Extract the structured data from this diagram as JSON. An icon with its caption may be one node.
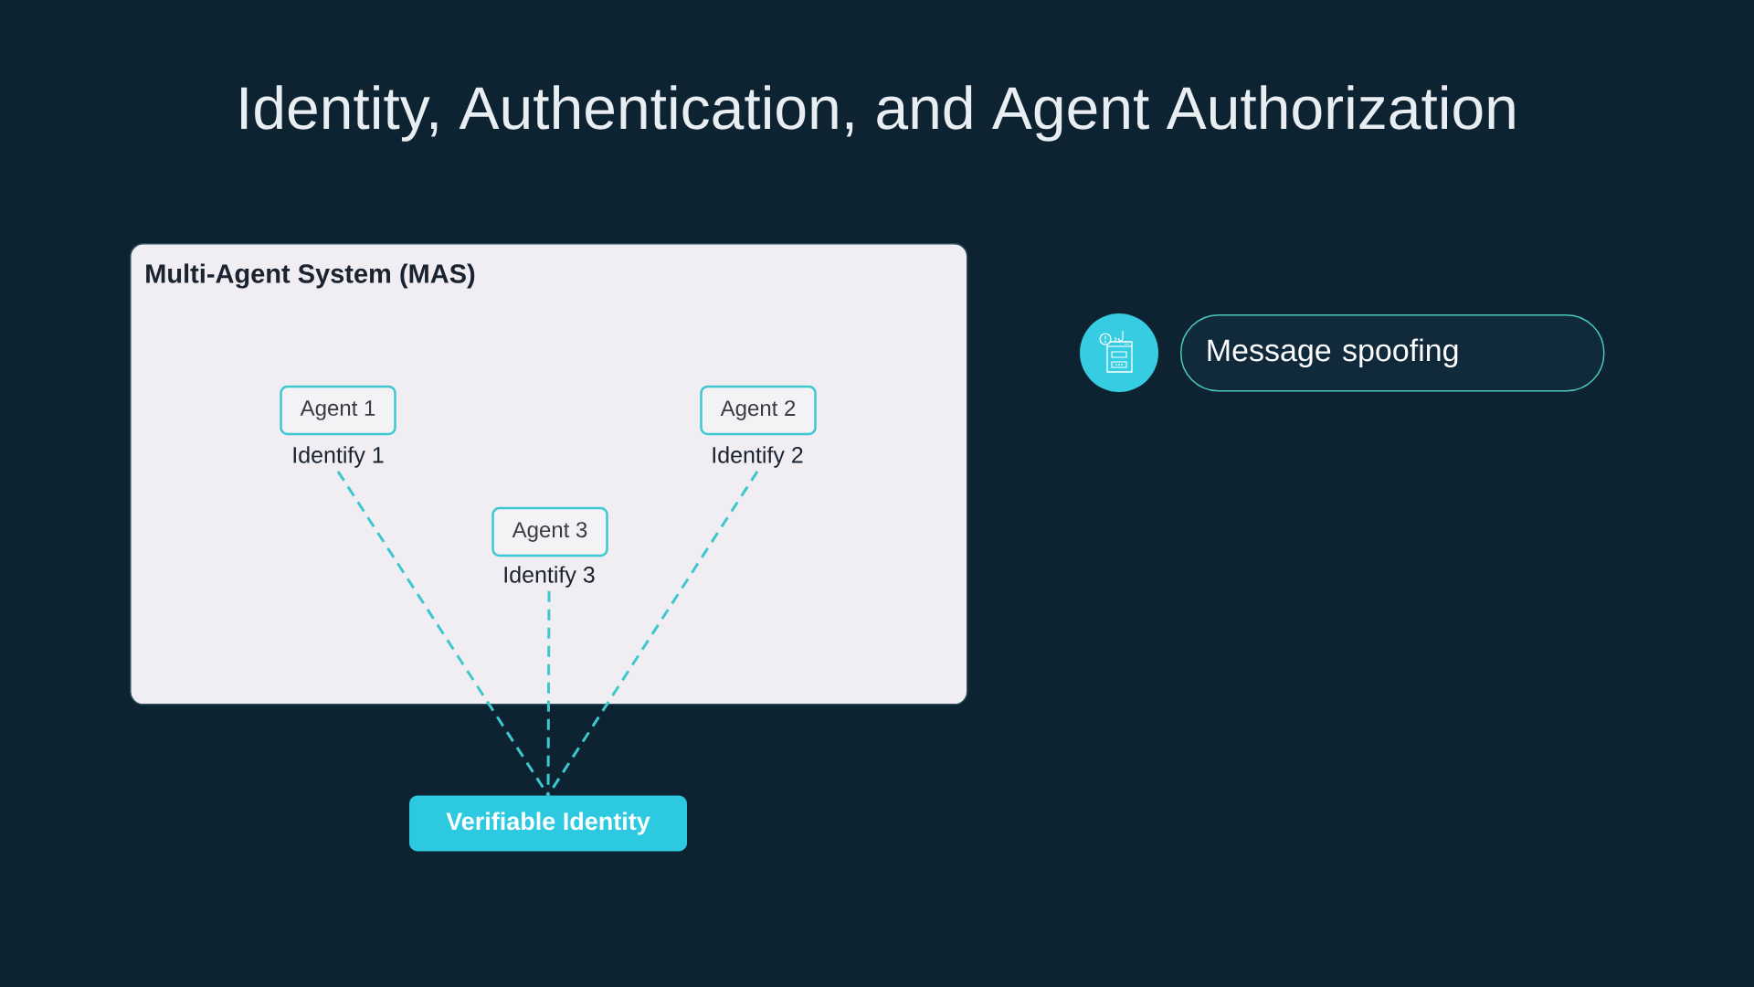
{
  "diagram": {
    "title": "Identity, Authentication, and Agent Authorization",
    "nodes": [
      {
        "text": [
          "Multi-Agent System (MAS)"
        ]
      },
      {
        "text": [
          "Agent 1"
        ],
        "in": 0
      },
      {
        "text": [
          "Identify 1"
        ],
        "in": 0
      },
      {
        "text": [
          "Agent 2"
        ],
        "in": 0
      },
      {
        "text": [
          "Identify 2"
        ],
        "in": 0
      },
      {
        "text": [
          "Agent 3"
        ],
        "in": 0
      },
      {
        "text": [
          "Identify 3"
        ],
        "in": 0
      },
      {
        "text": [
          "Message spoofing"
        ]
      },
      {
        "text": [
          "Verifiable Identity"
        ]
      }
    ],
    "edges": [
      {
        "from": 2,
        "to": 8,
        "arrow": "none",
        "style": "dashed"
      },
      {
        "from": 4,
        "to": 8,
        "arrow": "none",
        "style": "dashed"
      },
      {
        "from": 6,
        "to": 8,
        "arrow": "none",
        "style": "dashed"
      }
    ]
  }
}
